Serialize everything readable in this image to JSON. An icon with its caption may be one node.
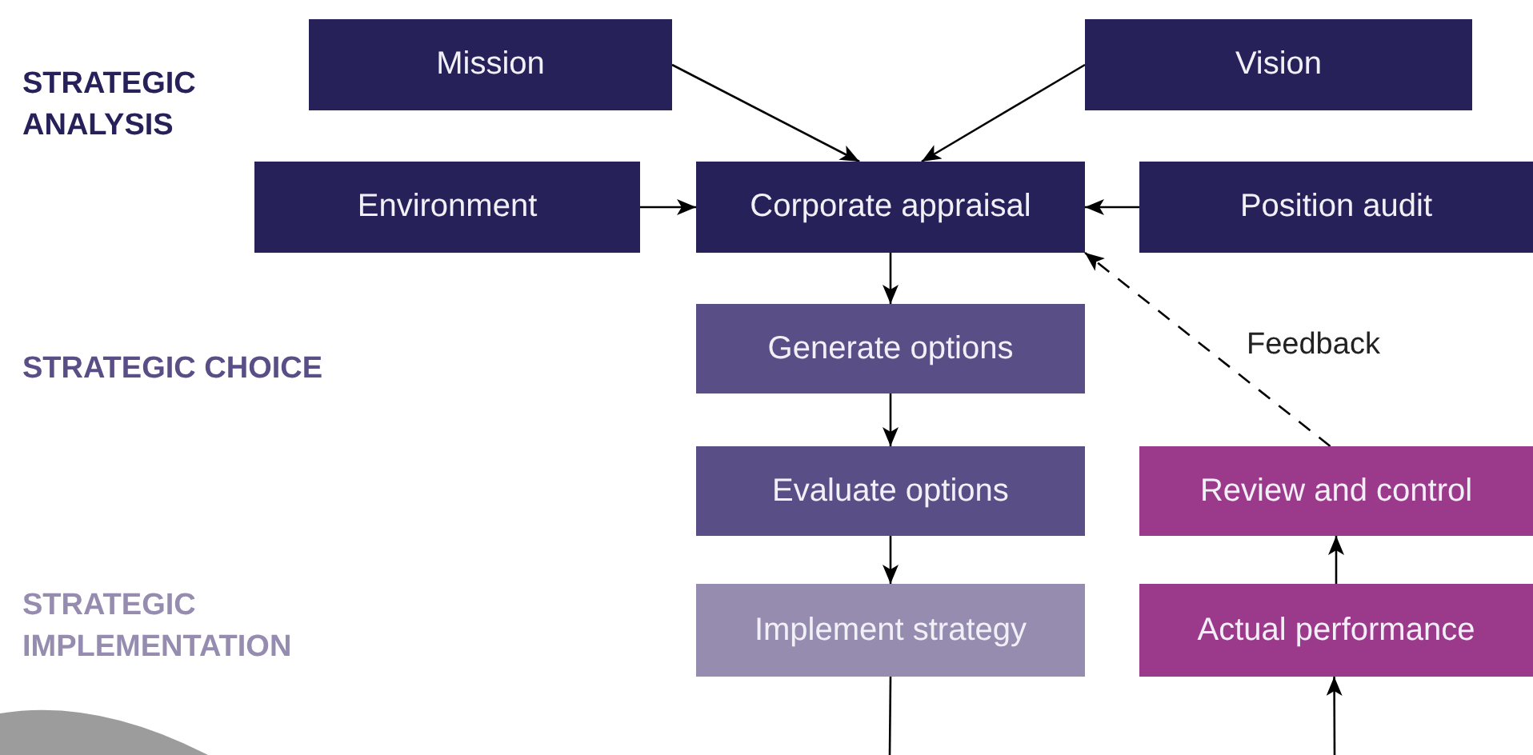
{
  "diagram": {
    "nodes": [
      {
        "text": [
          "Mission"
        ]
      },
      {
        "text": [
          "Vision"
        ]
      },
      {
        "text": [
          "Environment"
        ]
      },
      {
        "text": [
          "Corporate appraisal"
        ]
      },
      {
        "text": [
          "Position audit"
        ]
      },
      {
        "text": [
          "Generate options"
        ]
      },
      {
        "text": [
          "Evaluate options"
        ]
      },
      {
        "text": [
          "Review and control"
        ]
      },
      {
        "text": [
          "Implement strategy"
        ]
      },
      {
        "text": [
          "Actual performance"
        ]
      }
    ],
    "edges": [
      {
        "from": 0,
        "to": 3,
        "arrow": "to"
      },
      {
        "from": 1,
        "to": 3,
        "arrow": "to"
      },
      {
        "from": 2,
        "to": 3,
        "arrow": "to"
      },
      {
        "from": 4,
        "to": 3,
        "arrow": "to"
      },
      {
        "from": 3,
        "to": 5,
        "arrow": "to"
      },
      {
        "from": 5,
        "to": 6,
        "arrow": "to"
      },
      {
        "from": 6,
        "to": 8,
        "arrow": "to"
      },
      {
        "from": 9,
        "to": 7,
        "arrow": "to"
      },
      {
        "from": 7,
        "to": 3,
        "arrow": "to",
        "label": "Feedback",
        "style": "dashed"
      },
      {
        "from": 8,
        "to": null,
        "arrow": "none"
      },
      {
        "from": null,
        "to": 9,
        "arrow": "to"
      }
    ],
    "labels": [
      "STRATEGIC ANALYSIS",
      "STRATEGIC CHOICE",
      "STRATEGIC IMPLEMENTATION"
    ]
  }
}
